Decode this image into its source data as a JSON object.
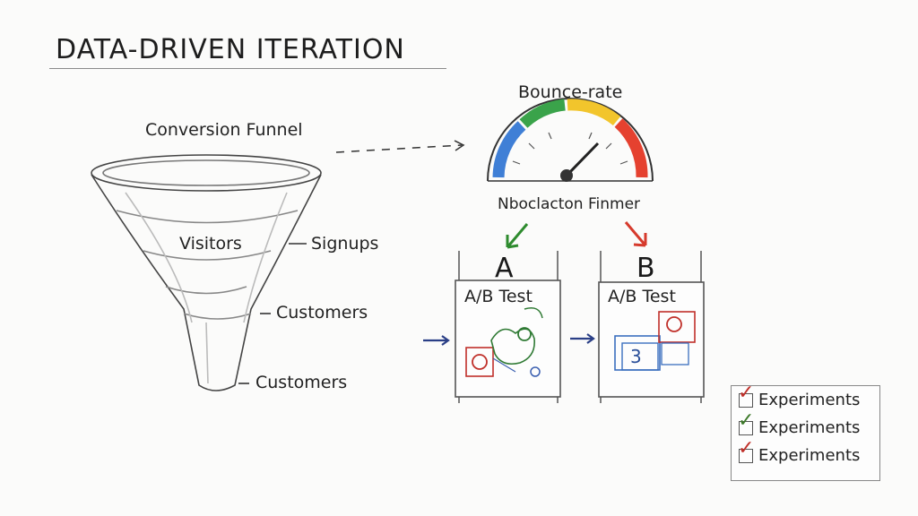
{
  "title": "DATA-DRIVEN ITERATION",
  "funnel": {
    "heading": "Conversion Funnel",
    "stages": [
      "Visitors",
      "Signups",
      "Customers",
      "Customers"
    ]
  },
  "gauge": {
    "label": "Bounce-rate",
    "caption": "Nboclacton Finmer",
    "zone_colors": [
      "#3f7fd6",
      "#3aa34a",
      "#f2c52c",
      "#e5412f"
    ]
  },
  "ab_test": {
    "variants": [
      {
        "letter": "A",
        "card_label": "A/B Test",
        "arrow_color": "#2e8b2e"
      },
      {
        "letter": "B",
        "card_label": "A/B Test",
        "arrow_color": "#d63a2c"
      }
    ]
  },
  "checklist": {
    "items": [
      {
        "label": "Experiments",
        "mark_color": "#c0302a"
      },
      {
        "label": "Experiments",
        "mark_color": "#3d7a2a"
      },
      {
        "label": "Experiments",
        "mark_color": "#c0302a"
      }
    ]
  }
}
